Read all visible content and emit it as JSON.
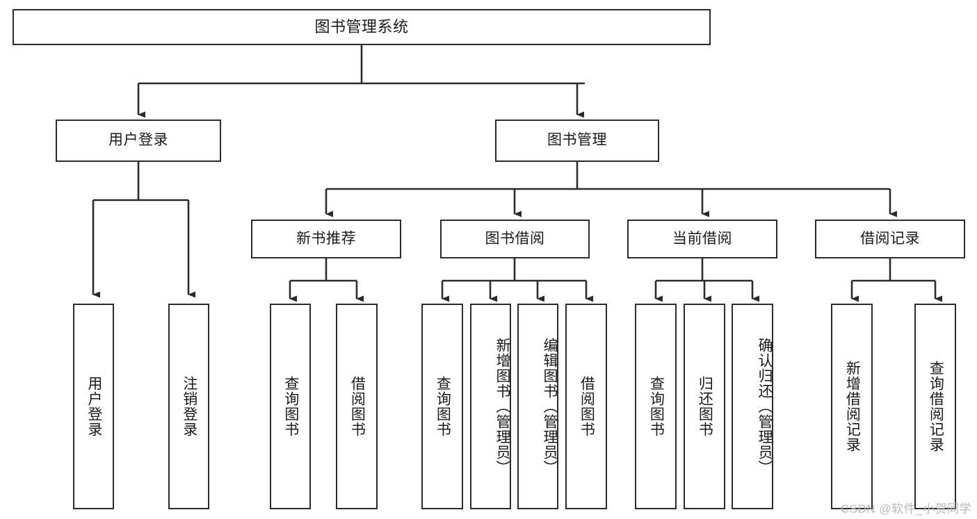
{
  "diagram": {
    "type": "tree",
    "title": "图书管理系统",
    "colors": {
      "background": "#ffffff",
      "node_border": "#2b2b2b",
      "node_fill": "#ffffff",
      "connector": "#2b2b2b",
      "text": "#1a1a1a",
      "watermark": "#b9b9b9"
    },
    "root": {
      "label": "图书管理系统"
    },
    "level2": [
      {
        "label": "用户登录"
      },
      {
        "label": "图书管理"
      }
    ],
    "level3": [
      {
        "label": "新书推荐"
      },
      {
        "label": "图书借阅"
      },
      {
        "label": "当前借阅"
      },
      {
        "label": "借阅记录"
      }
    ],
    "leaves": {
      "user_login": [
        {
          "label": "用户登录"
        },
        {
          "label": "注销登录"
        }
      ],
      "new_book_recommend": [
        {
          "label": "查询图书"
        },
        {
          "label": "借阅图书"
        }
      ],
      "book_borrow": [
        {
          "label": "查询图书"
        },
        {
          "label": "新增图书（管理员）"
        },
        {
          "label": "编辑图书（管理员）"
        },
        {
          "label": "借阅图书"
        }
      ],
      "current_borrow": [
        {
          "label": "查询图书"
        },
        {
          "label": "归还图书"
        },
        {
          "label": "确认归还（管理员）"
        }
      ],
      "borrow_record": [
        {
          "label": "新增借阅记录"
        },
        {
          "label": "查询借阅记录"
        }
      ]
    },
    "watermark": "CSDN @软件_小贺同学"
  }
}
